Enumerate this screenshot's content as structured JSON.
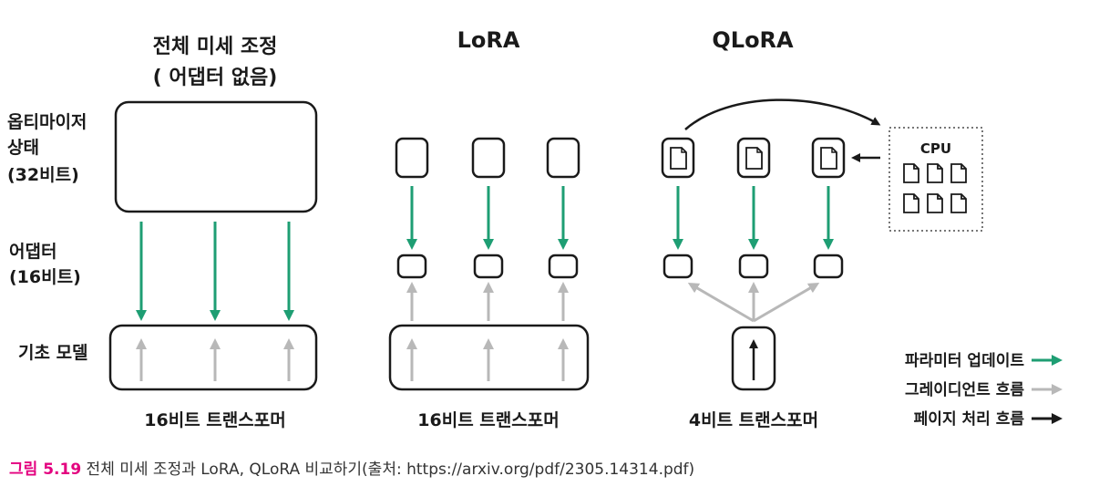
{
  "colors": {
    "param_update": "#1e9e73",
    "gradient_flow": "#b8b8b8",
    "paging_flow": "#1a1a1a",
    "caption_accent": "#e3007f"
  },
  "headings": {
    "full_ft_line1": "전체 미세 조정",
    "full_ft_line2": "( 어댑터 없음)",
    "lora": "LoRA",
    "qlora": "QLoRA"
  },
  "row_labels": {
    "optimizer_line1": "옵티마이저",
    "optimizer_line2": "상태",
    "optimizer_line3": "(32비트)",
    "adapter_line1": "어댑터",
    "adapter_line2": "(16비트)",
    "base_model": "기초 모델"
  },
  "bottom_labels": {
    "full_ft": "16비트 트랜스포머",
    "lora": "16비트 트랜스포머",
    "qlora": "4비트 트랜스포머"
  },
  "cpu_label": "CPU",
  "legend": {
    "param_update": "파라미터 업데이트",
    "gradient_flow": "그레이디언트 흐름",
    "paging_flow": "페이지 처리 흐름"
  },
  "caption": {
    "figure_number": "그림 5.19",
    "text": " 전체 미세 조정과 LoRA, QLoRA 비교하기(출처: https://arxiv.org/pdf/2305.14314.pdf)"
  }
}
